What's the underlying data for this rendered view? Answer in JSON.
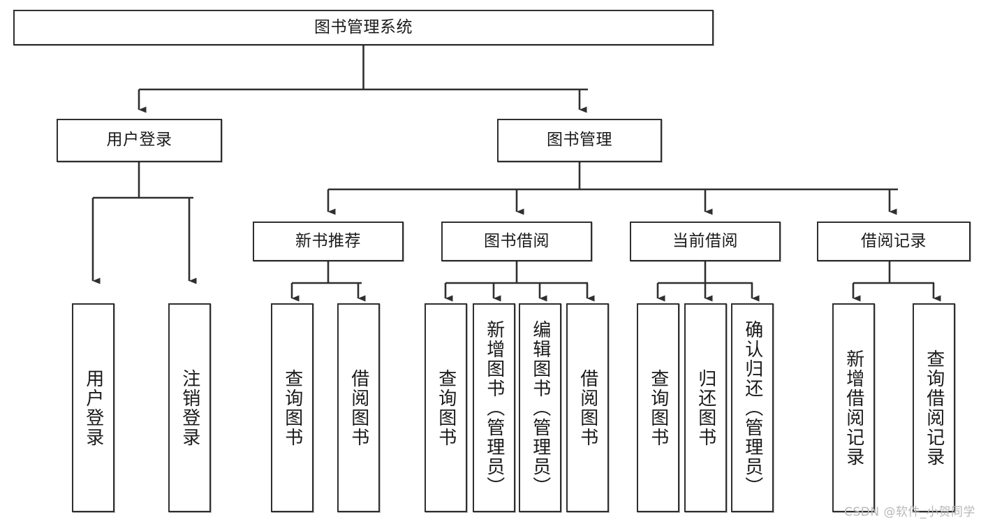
{
  "diagram": {
    "title": "图书管理系统",
    "type": "hierarchy-tree",
    "colors": {
      "box_border": "#2f2f2f",
      "box_fill": "#ffffff",
      "connector": "#2f2f2f",
      "watermark": "#b8b8b8",
      "page_background": "#ffffff"
    },
    "root": {
      "label": "图书管理系统"
    },
    "level2": [
      {
        "label": "用户登录"
      },
      {
        "label": "图书管理"
      }
    ],
    "level3": [
      {
        "label": "新书推荐"
      },
      {
        "label": "图书借阅"
      },
      {
        "label": "当前借阅"
      },
      {
        "label": "借阅记录"
      }
    ],
    "leaves": {
      "user_login": [
        {
          "label": "用户登录"
        },
        {
          "label": "注销登录"
        }
      ],
      "new_book_recommend": [
        {
          "label": "查询图书"
        },
        {
          "label": "借阅图书"
        }
      ],
      "book_borrow": [
        {
          "label": "查询图书"
        },
        {
          "label": "新增图书（管理员）"
        },
        {
          "label": "编辑图书（管理员）"
        },
        {
          "label": "借阅图书"
        }
      ],
      "current_borrow": [
        {
          "label": "查询图书"
        },
        {
          "label": "归还图书"
        },
        {
          "label": "确认归还（管理员）"
        }
      ],
      "borrow_record": [
        {
          "label": "新增借阅记录"
        },
        {
          "label": "查询借阅记录"
        }
      ]
    }
  },
  "watermark": {
    "text": "CSDN @软件_小贺同学"
  }
}
